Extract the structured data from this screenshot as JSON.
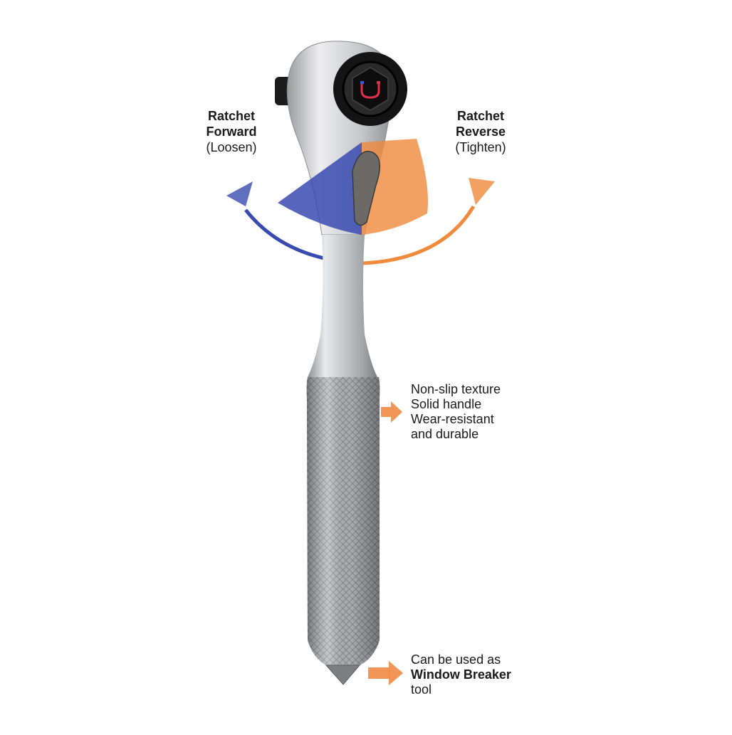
{
  "forward": {
    "line1": "Ratchet",
    "line2": "Forward",
    "line3": "(Loosen)",
    "color": "#3a4bb0"
  },
  "reverse": {
    "line1": "Ratchet",
    "line2": "Reverse",
    "line3": "(Tighten)",
    "color": "#f08a3c"
  },
  "grip_features": [
    "Non-slip texture",
    "Solid handle",
    "Wear-resistant",
    "and durable"
  ],
  "window_breaker": {
    "line1": "Can be used as",
    "line2": "Window Breaker",
    "line3": "tool"
  },
  "socket_icon": "magnet-icon",
  "accent_orange": "#f0843a"
}
